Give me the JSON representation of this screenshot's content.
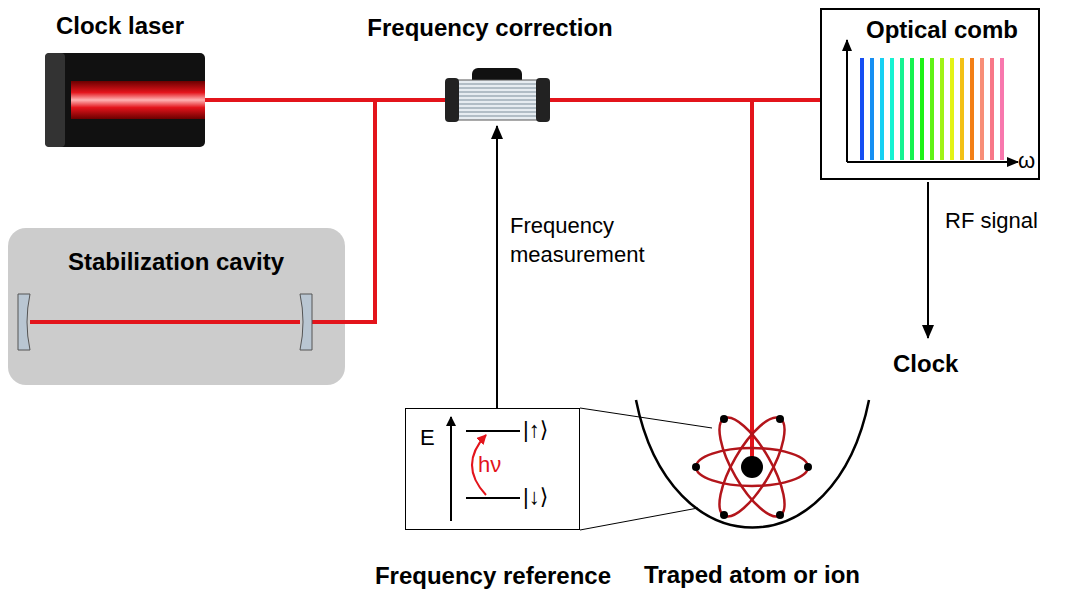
{
  "diagram": {
    "nodes": [
      {
        "text": [
          "Clock laser"
        ]
      },
      {
        "text": [
          "Frequency correction"
        ]
      },
      {
        "text": [
          "Optical comb",
          "ω"
        ]
      },
      {
        "text": [
          "Stabilization cavity"
        ]
      },
      {
        "text": [
          "Frequency reference",
          "E",
          "|↑⟩",
          "hν",
          "|↓⟩"
        ]
      },
      {
        "text": [
          "Traped atom or ion"
        ]
      }
    ],
    "edges": [
      {
        "from": 0,
        "to": 1,
        "arrow": "none"
      },
      {
        "from": 0,
        "to": 3,
        "arrow": "none"
      },
      {
        "from": 1,
        "to": 2,
        "arrow": "none"
      },
      {
        "from": 1,
        "to": 5,
        "arrow": "none"
      },
      {
        "from": 4,
        "to": 1,
        "label": "Frequency measurement",
        "arrow": "to"
      }
    ],
    "labels": [
      "RF signal",
      "Clock"
    ]
  }
}
